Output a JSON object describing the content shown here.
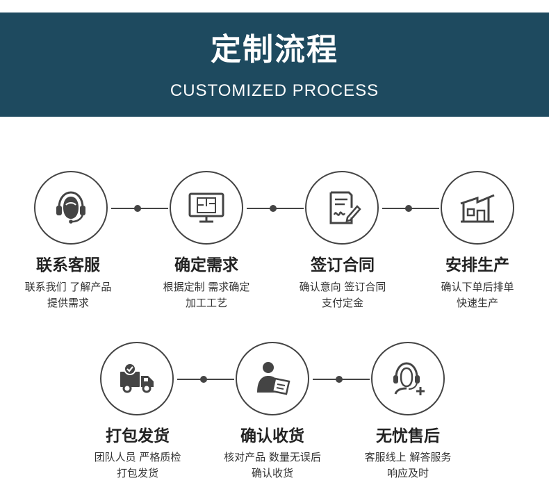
{
  "header": {
    "title": "定制流程",
    "subtitle": "CUSTOMIZED PROCESS"
  },
  "steps": [
    {
      "title": "联系客服",
      "desc1": "联系我们 了解产品",
      "desc2": "提供需求",
      "icon": "headset-icon"
    },
    {
      "title": "确定需求",
      "desc1": "根据定制 需求确定",
      "desc2": "加工工艺",
      "icon": "monitor-blueprint-icon"
    },
    {
      "title": "签订合同",
      "desc1": "确认意向 签订合同",
      "desc2": "支付定金",
      "icon": "contract-sign-icon"
    },
    {
      "title": "安排生产",
      "desc1": "确认下单后排单",
      "desc2": "快速生产",
      "icon": "factory-icon"
    },
    {
      "title": "打包发货",
      "desc1": "团队人员 严格质检",
      "desc2": "打包发货",
      "icon": "delivery-truck-icon"
    },
    {
      "title": "确认收货",
      "desc1": "核对产品 数量无误后",
      "desc2": "确认收货",
      "icon": "person-checking-icon"
    },
    {
      "title": "无忧售后",
      "desc1": "客服线上 解答服务",
      "desc2": "响应及时",
      "icon": "support-agent-icon"
    }
  ],
  "colors": {
    "banner": "#1e4a5f",
    "line": "#444444",
    "text": "#222222"
  }
}
